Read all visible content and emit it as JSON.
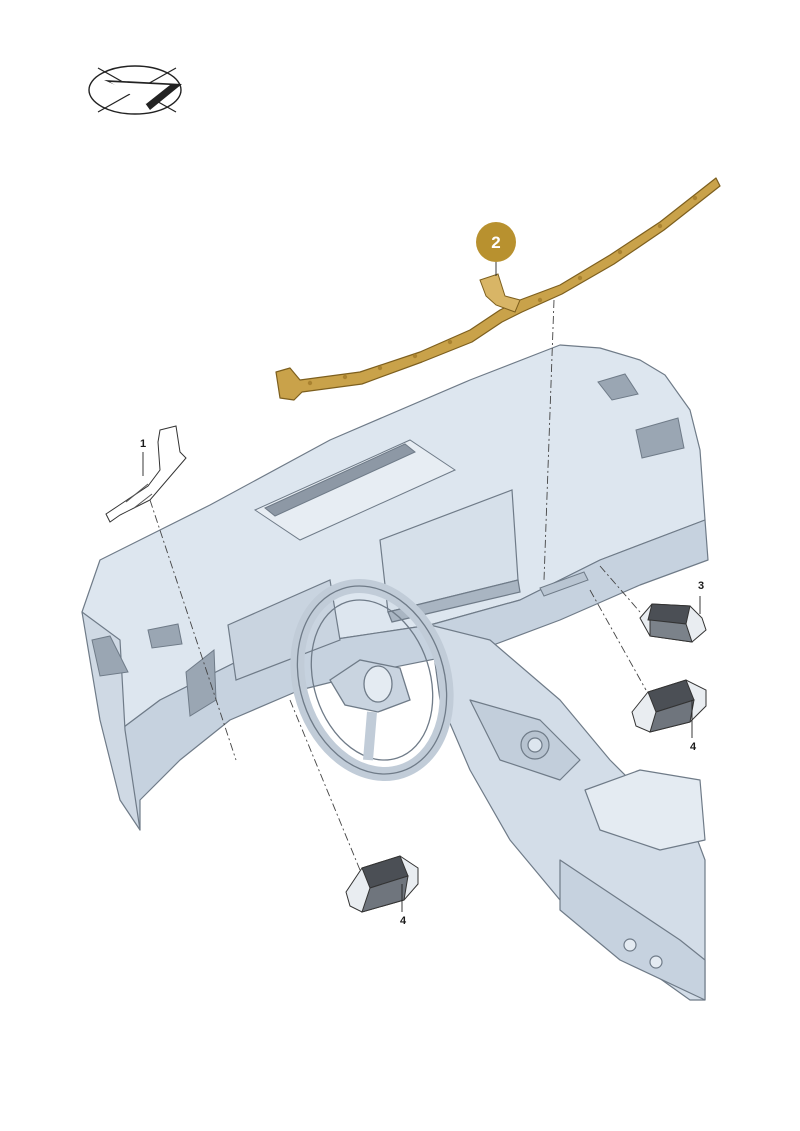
{
  "diagram": {
    "callouts": [
      {
        "id": "part-1",
        "label": "1"
      },
      {
        "id": "part-2",
        "label": "2",
        "highlighted": true
      },
      {
        "id": "part-3",
        "label": "3"
      },
      {
        "id": "part-4a",
        "label": "4"
      },
      {
        "id": "part-4b",
        "label": "4"
      }
    ],
    "icons": [
      "direction-arrow-icon"
    ],
    "colors": {
      "interior": "#dde6ef",
      "interior_shade": "#c6d2df",
      "outline": "#6f7b88",
      "highlight_part": "#c9a24a",
      "highlight_badge": "#b8912f",
      "part_dark": "#4b4f55"
    }
  }
}
